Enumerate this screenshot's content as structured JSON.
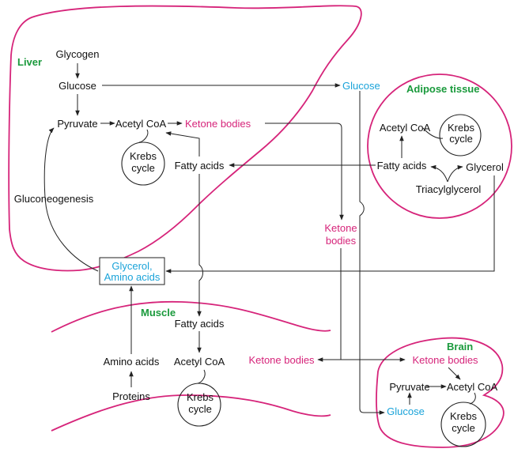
{
  "organs": {
    "liver": "Liver",
    "adipose": "Adipose tissue",
    "muscle": "Muscle",
    "brain": "Brain"
  },
  "liver": {
    "glycogen": "Glycogen",
    "glucose": "Glucose",
    "pyruvate": "Pyruvate",
    "acetyl_coa": "Acetyl CoA",
    "ketone_bodies": "Ketone bodies",
    "krebs_1": "Krebs",
    "krebs_2": "cycle",
    "fatty_acids": "Fatty acids",
    "gluconeogenesis": "Gluconeogenesis"
  },
  "blood": {
    "glucose": "Glucose",
    "ketone_1": "Ketone",
    "ketone_2": "bodies",
    "glycerol_1": "Glycerol,",
    "glycerol_2": "Amino acids"
  },
  "adipose": {
    "acetyl_coa": "Acetyl CoA",
    "krebs_1": "Krebs",
    "krebs_2": "cycle",
    "fatty_acids": "Fatty acids",
    "glycerol": "Glycerol",
    "triacylglycerol": "Triacylglycerol"
  },
  "muscle": {
    "fatty_acids": "Fatty acids",
    "acetyl_coa": "Acetyl CoA",
    "amino_acids": "Amino acids",
    "proteins": "Proteins",
    "krebs_1": "Krebs",
    "krebs_2": "cycle"
  },
  "brain": {
    "ketone_bodies_left": "Ketone bodies",
    "ketone_bodies": "Ketone bodies",
    "pyruvate": "Pyruvate",
    "acetyl_coa": "Acetyl CoA",
    "glucose": "Glucose",
    "krebs_1": "Krebs",
    "krebs_2": "cycle"
  },
  "colors": {
    "organ_outline": "#d6247a",
    "organ_title": "#1a9a3c",
    "ketone": "#d6247a",
    "glucose_blood": "#1aa3d9",
    "text": "#111111"
  }
}
